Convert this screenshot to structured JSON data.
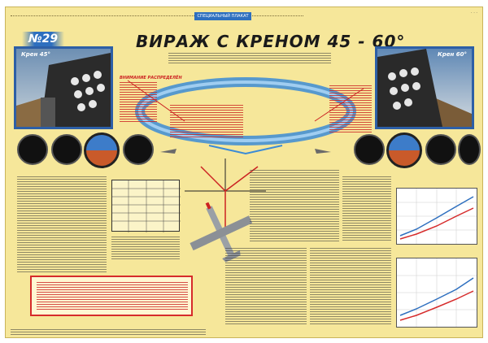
{
  "header": {
    "stamp": "СПЕЦИАЛЬНЫЙ ПЛАКАТ",
    "poster_number": "№29",
    "title": "ВИРАЖ С КРЕНОМ 45 - 60°"
  },
  "photos": {
    "left_label": "Крен 45°",
    "right_label": "Крен 60°"
  },
  "diagram": {
    "attention_label": "ВНИМАНИЕ РАСПРЕДЕЛЁН"
  },
  "colors": {
    "poster_bg": "#f6e79a",
    "accent_blue": "#2e6fbf",
    "warning_red": "#d62b2b"
  }
}
